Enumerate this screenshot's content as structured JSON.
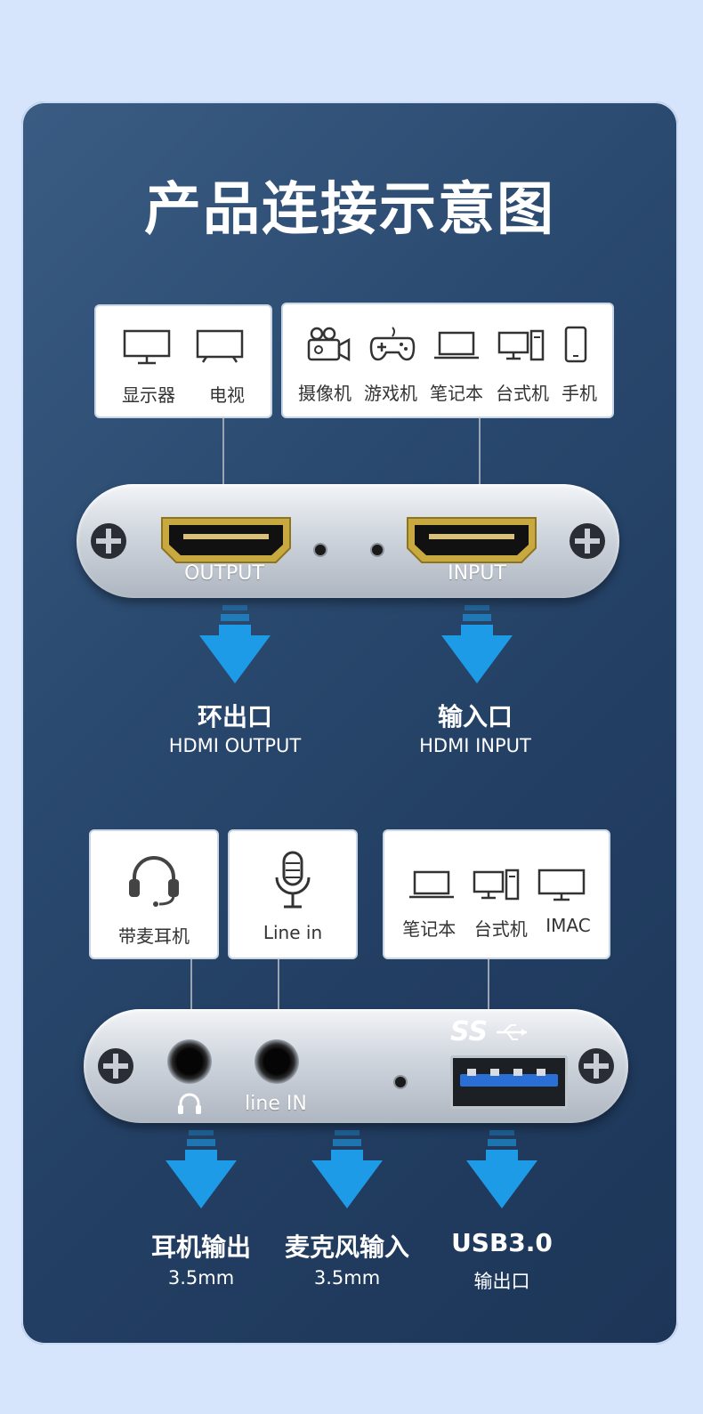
{
  "title": "产品连接示意图",
  "top_section": {
    "output_box": {
      "labels": [
        "显示器",
        "电视"
      ],
      "icons": [
        "monitor-icon",
        "tv-icon"
      ]
    },
    "input_box": {
      "labels": [
        "摄像机",
        "游戏机",
        "笔记本",
        "台式机",
        "手机"
      ],
      "icons": [
        "camera-icon",
        "gamepad-icon",
        "laptop-icon",
        "desktop-icon",
        "phone-icon"
      ]
    },
    "port_labels": {
      "output": "OUTPUT",
      "input": "INPUT"
    },
    "captions": [
      {
        "heading": "环出口",
        "sub": "HDMI OUTPUT"
      },
      {
        "heading": "输入口",
        "sub": "HDMI INPUT"
      }
    ]
  },
  "bottom_section": {
    "headset_box": {
      "label": "带麦耳机",
      "icon": "headset-icon"
    },
    "mic_box": {
      "label": "Line in",
      "icon": "microphone-icon"
    },
    "pc_box": {
      "labels": [
        "笔记本",
        "台式机",
        "IMAC"
      ],
      "icons": [
        "laptop-icon",
        "desktop-icon",
        "imac-icon"
      ]
    },
    "port_labels": {
      "line_in": "line IN",
      "usb_logo": "SS"
    },
    "captions": [
      {
        "heading": "耳机输出",
        "sub": "3.5mm"
      },
      {
        "heading": "麦克风输入",
        "sub": "3.5mm"
      },
      {
        "heading": "USB3.0",
        "sub": "输出口"
      }
    ]
  },
  "colors": {
    "arrow": "#1e9be6",
    "panel": "#2b4a70",
    "usb_blue": "#2a6fd6"
  }
}
